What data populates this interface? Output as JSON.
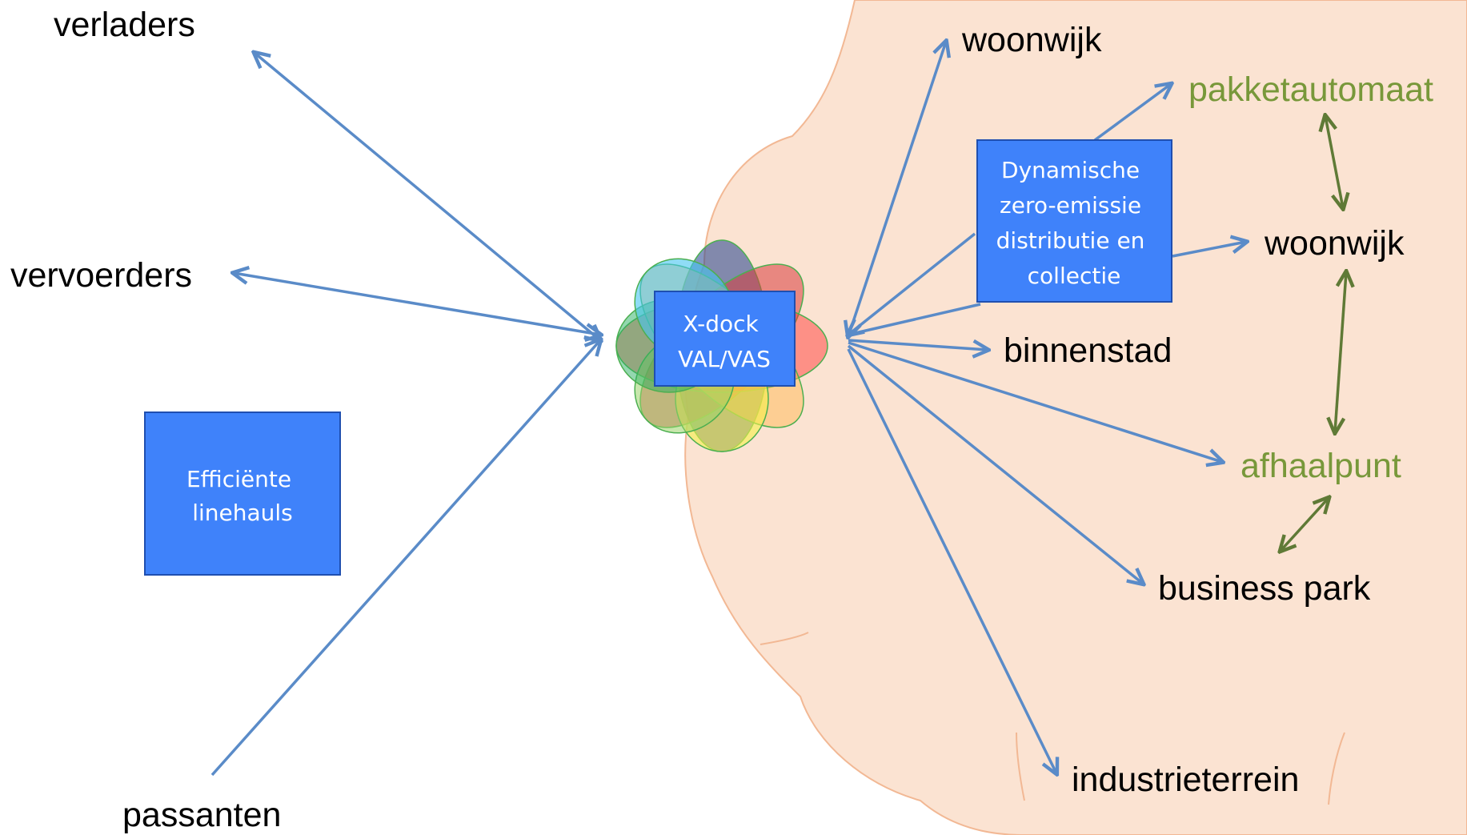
{
  "colors": {
    "cloud_fill": "#fbe3d2",
    "cloud_stroke": "#f2b894",
    "arrow_blue": "#5a8bc8",
    "arrow_green": "#5f7a36",
    "box_fill": "#3f82fa",
    "box_stroke": "#1f4fb0",
    "label_black": "#000000",
    "label_green": "#78983a"
  },
  "labels": {
    "verladers": "verladers",
    "vervoerders": "vervoerders",
    "passanten": "passanten",
    "woonwijk_top": "woonwijk",
    "pakketautomaat": "pakketautomaat",
    "woonwijk_right": "woonwijk",
    "binnenstad": "binnenstad",
    "afhaalpunt": "afhaalpunt",
    "business_park": "business park",
    "industrieterrein": "industrieterrein"
  },
  "boxes": {
    "linehauls": [
      "Efficiënte",
      "linehauls"
    ],
    "xdock": [
      "X-dock",
      "VAL/VAS"
    ],
    "dynamic": [
      "Dynamische",
      "zero-emissie",
      "distributie en",
      "collectie"
    ]
  },
  "flower_petal_colors": [
    "#1f3f8c",
    "#d83c3c",
    "#ff2a2a",
    "#ffb347",
    "#f5f04a",
    "#9bd36a",
    "#27b060",
    "#44c4f0"
  ]
}
